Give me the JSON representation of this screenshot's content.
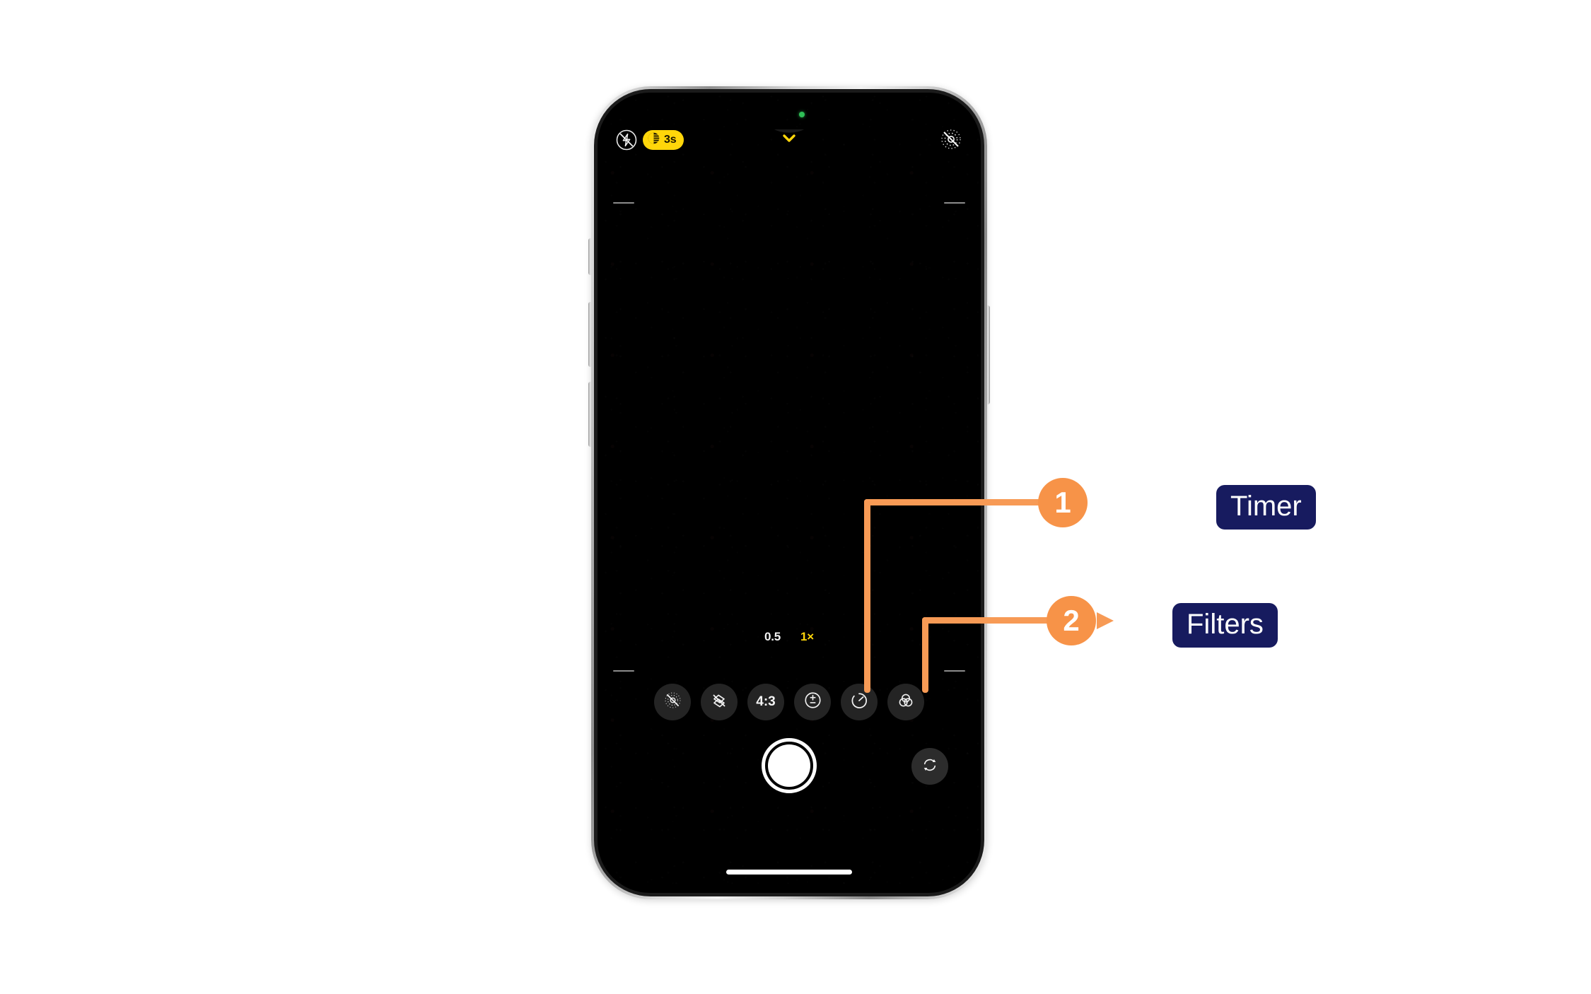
{
  "scene": {
    "background_color": "#ffffff",
    "description": "iPhone camera app screenshot with numbered callout annotations"
  },
  "phone": {
    "camera_ui": {
      "top_bar": {
        "flash_icon": "flash-off-icon",
        "night_mode": {
          "icon": "night-mode-icon",
          "duration_label": "3s",
          "pill_color": "#ffd60a",
          "text_color": "#1a1500"
        },
        "more_controls_icon": "chevron-down-icon",
        "live_photo_icon": "live-photo-off-icon",
        "privacy_indicator": "camera-in-use-green-dot"
      },
      "zoom_levels": [
        {
          "label": "0.5",
          "active": false
        },
        {
          "label": "1×",
          "active": true
        }
      ],
      "zoom_active_color": "#ffd60a",
      "controls": [
        {
          "name": "night-mode-toggle",
          "icon": "night-mode-off-icon",
          "label": ""
        },
        {
          "name": "photographic-styles",
          "icon": "photographic-styles-icon",
          "label": ""
        },
        {
          "name": "aspect-ratio",
          "icon": "aspect-ratio-text",
          "label": "4:3"
        },
        {
          "name": "exposure",
          "icon": "exposure-plus-minus-icon",
          "label": ""
        },
        {
          "name": "timer",
          "icon": "timer-stopwatch-icon",
          "label": ""
        },
        {
          "name": "filters",
          "icon": "filters-three-circles-icon",
          "label": ""
        }
      ],
      "shutter_button": "shutter-button",
      "flip_camera_button": "flip-camera-icon",
      "home_indicator": "home-indicator"
    }
  },
  "annotations": {
    "accent_color": "#f79348",
    "leader_color": "#f79a55",
    "label_background": "#171b5f",
    "label_text_color": "#ffffff",
    "items": [
      {
        "number": "1",
        "label": "Timer",
        "target": "timer-control-button"
      },
      {
        "number": "2",
        "label": "Filters",
        "target": "filters-control-button"
      }
    ]
  }
}
